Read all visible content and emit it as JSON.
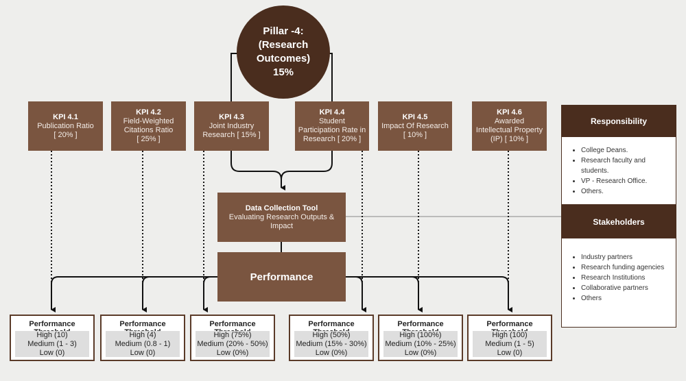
{
  "pillar": {
    "line1": "Pillar -4:",
    "line2": "(Research",
    "line3": "Outcomes)",
    "line4": "15%"
  },
  "kpis": [
    {
      "code": "KPI 4.1",
      "lines": [
        "Publication Ratio",
        "[ 20% ]"
      ]
    },
    {
      "code": "KPI 4.2",
      "lines": [
        "Field-Weighted",
        "Citations Ratio",
        "[ 25% ]"
      ]
    },
    {
      "code": "KPI 4.3",
      "lines": [
        "Joint Industry",
        "Research [ 15% ]"
      ]
    },
    {
      "code": "KPI 4.4",
      "lines": [
        "Student",
        "Participation Rate in",
        "Research [ 20% ]"
      ]
    },
    {
      "code": "KPI 4.5",
      "lines": [
        "Impact Of Research",
        "[ 10% ]"
      ]
    },
    {
      "code": "KPI 4.6",
      "lines": [
        "Awarded",
        "Intellectual Property",
        "(IP) [ 10% ]"
      ]
    }
  ],
  "tool": {
    "title": "Data Collection Tool",
    "line1": "Evaluating Research Outputs &",
    "line2": "Impact"
  },
  "performance": "Performance",
  "thresholds": [
    {
      "title": "Performance Threshold",
      "high": "High (10)",
      "medium": "Medium (1 - 3)",
      "low": "Low (0)"
    },
    {
      "title": "Performance Threshold",
      "high": "High (4)",
      "medium": "Medium (0.8 - 1)",
      "low": "Low (0)"
    },
    {
      "title": "Performance Threshold",
      "high": "High (75%)",
      "medium": "Medium (20% - 50%)",
      "low": "Low (0%)"
    },
    {
      "title": "Performance Threshold",
      "high": "High (50%)",
      "medium": "Medium (15% - 30%)",
      "low": "Low (0%)"
    },
    {
      "title": "Performance Threshold",
      "high": "High (100%)",
      "medium": "Medium (10% - 25%)",
      "low": "Low (0%)"
    },
    {
      "title": "Performance Threshold",
      "high": "High (100)",
      "medium": "Medium (1 - 5)",
      "low": "Low (0)"
    }
  ],
  "responsibility": {
    "title": "Responsibility",
    "items": [
      "College Deans.",
      "Research faculty and students.",
      "VP - Research Office.",
      "Others."
    ]
  },
  "stakeholders": {
    "title": "Stakeholders",
    "items": [
      "Industry partners",
      "Research funding agencies",
      "Research Institutions",
      "Collaborative partners",
      "Others"
    ]
  },
  "colors": {
    "dark": "#4a2d1e",
    "box": "#7a5540",
    "background": "#eeeeec"
  }
}
